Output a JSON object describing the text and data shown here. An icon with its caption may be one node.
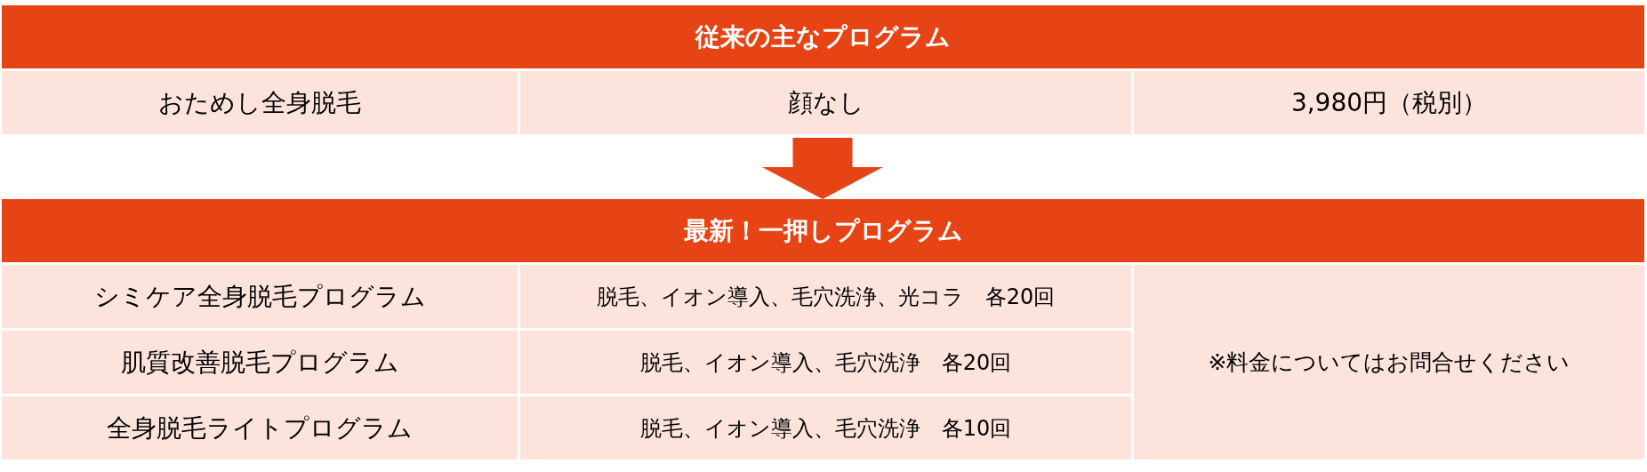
{
  "diagram": {
    "nodes": [
      {
        "text": [
          "従来の主なプログラム"
        ]
      },
      {
        "text": [
          "おためし全身脱毛"
        ],
        "in": 0
      },
      {
        "text": [
          "顔なし"
        ],
        "in": 0
      },
      {
        "text": [
          "3,980円（税別）"
        ],
        "in": 0
      },
      {
        "text": [
          "最新！一押しプログラム"
        ]
      },
      {
        "text": [
          "シミケア全身脱毛プログラム"
        ],
        "in": 4
      },
      {
        "text": [
          "脱毛、イオン導入、毛穴洗浄、光コラ　各20回"
        ],
        "in": 4
      },
      {
        "text": [
          "※料金についてはお問合せください"
        ],
        "in": 4
      },
      {
        "text": [
          "肌質改善脱毛プログラム"
        ],
        "in": 4
      },
      {
        "text": [
          "脱毛、イオン導入、毛穴洗浄　各20回"
        ],
        "in": 4
      },
      {
        "text": [
          "全身脱毛ライトプログラム"
        ],
        "in": 4
      },
      {
        "text": [
          "脱毛、イオン導入、毛穴洗浄　各10回"
        ],
        "in": 4
      }
    ],
    "edges": [
      {
        "from": 0,
        "to": 4,
        "arrow": "to"
      }
    ]
  }
}
